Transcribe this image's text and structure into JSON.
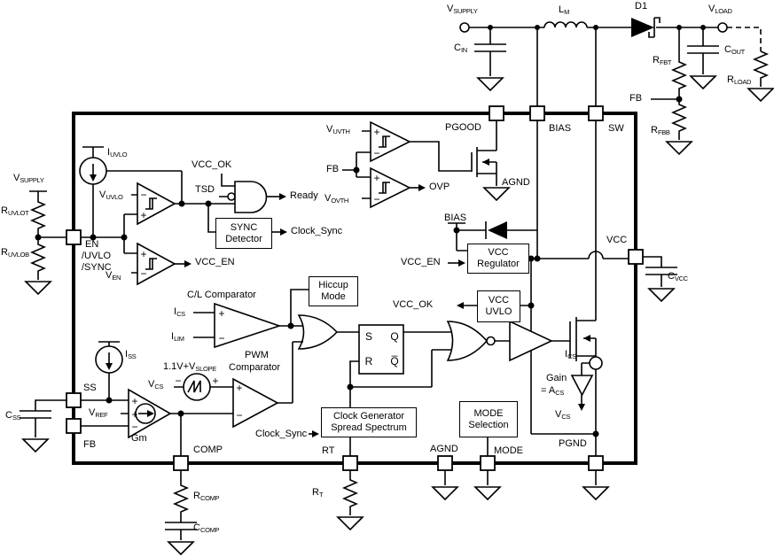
{
  "labels": {
    "vsupply_top": {
      "pre": "V",
      "sub": "SUPPLY"
    },
    "l_m": {
      "pre": "L",
      "sub": "M"
    },
    "d1": {
      "text": "D1"
    },
    "vload": {
      "pre": "V",
      "sub": "LOAD"
    },
    "cin": {
      "pre": "C",
      "sub": "IN"
    },
    "cout": {
      "pre": "C",
      "sub": "OUT"
    },
    "rfbt": {
      "pre": "R",
      "sub": "FBT"
    },
    "rfbb": {
      "pre": "R",
      "sub": "FBB"
    },
    "fb_ext": {
      "text": "FB"
    },
    "rload": {
      "pre": "R",
      "sub": "LOAD"
    },
    "vsupply_left": {
      "pre": "V",
      "sub": "SUPPLY"
    },
    "ruvlot": {
      "pre": "R",
      "sub": "UVLOT"
    },
    "ruvlob": {
      "pre": "R",
      "sub": "UVLOB"
    },
    "iuvlo": {
      "pre": "I",
      "sub": "UVLO"
    },
    "vuvlo": {
      "pre": "V",
      "sub": "UVLO"
    },
    "ven": {
      "pre": "V",
      "sub": "EN"
    },
    "en1": {
      "text": "EN"
    },
    "en2": {
      "text": "/UVLO"
    },
    "en3": {
      "text": "/SYNC"
    },
    "vcc_ok_top": {
      "text": "VCC_OK"
    },
    "tsd": {
      "text": "TSD"
    },
    "ready": {
      "text": "Ready"
    },
    "clock_sync_top": {
      "text": "Clock_Sync"
    },
    "vcc_en_left": {
      "text": "VCC_EN"
    },
    "vuvth": {
      "pre": "V",
      "sub": "UVTH"
    },
    "fb_mid": {
      "text": "FB"
    },
    "vovth": {
      "pre": "V",
      "sub": "OVTH"
    },
    "ovp": {
      "text": "OVP"
    },
    "pgood": {
      "text": "PGOOD"
    },
    "bias_pin": {
      "text": "BIAS"
    },
    "sw": {
      "text": "SW"
    },
    "agnd_top": {
      "text": "AGND"
    },
    "bias_stub": {
      "text": "BIAS"
    },
    "vcc_en_right": {
      "text": "VCC_EN"
    },
    "vcc_ok_right": {
      "text": "VCC_OK"
    },
    "vcc_pin": {
      "text": "VCC"
    },
    "cvcc": {
      "pre": "C",
      "sub": "VCC"
    },
    "cl_comp": {
      "text": "C/L Comparator"
    },
    "ics_left": {
      "pre": "I",
      "sub": "CS"
    },
    "ilim": {
      "pre": "I",
      "sub": "LIM"
    },
    "pwm": {
      "text": "PWM"
    },
    "comparator": {
      "text": "Comparator"
    },
    "slope": {
      "pre": "1.1V+V",
      "sub": "SLOPE"
    },
    "vcs_left": {
      "pre": "V",
      "sub": "CS"
    },
    "iss": {
      "pre": "I",
      "sub": "SS"
    },
    "vref": {
      "pre": "V",
      "sub": "REF"
    },
    "gm": {
      "text": "Gm"
    },
    "ss": {
      "text": "SS"
    },
    "fb_pin": {
      "text": "FB"
    },
    "css": {
      "pre": "C",
      "sub": "SS"
    },
    "comp": {
      "text": "COMP"
    },
    "rcomp": {
      "pre": "R",
      "sub": "COMP"
    },
    "ccomp": {
      "pre": "C",
      "sub": "COMP"
    },
    "clock_sync_bot": {
      "text": "Clock_Sync"
    },
    "rt_pin": {
      "text": "RT"
    },
    "rt_res": {
      "pre": "R",
      "sub": "T"
    },
    "agnd_bot": {
      "text": "AGND"
    },
    "mode_pin": {
      "text": "MODE"
    },
    "pgnd": {
      "text": "PGND"
    },
    "ics_right": {
      "pre": "I",
      "sub": "CS"
    },
    "gain": {
      "text": "Gain"
    },
    "acs": {
      "pre": "= A",
      "sub": "CS"
    },
    "vcs_right": {
      "pre": "V",
      "sub": "CS"
    }
  },
  "boxes": {
    "sync": {
      "line1": "SYNC",
      "line2": "Detector"
    },
    "hiccup": {
      "line1": "Hiccup",
      "line2": "Mode"
    },
    "regulator": {
      "line1": "VCC",
      "line2": "Regulator"
    },
    "vcc_uvlo": {
      "line1": "VCC",
      "line2": "UVLO"
    },
    "clockgen": {
      "line1": "Clock Generator",
      "line2": "Spread Spectrum"
    },
    "mode_sel": {
      "line1": "MODE",
      "line2": "Selection"
    }
  },
  "latch": {
    "s": "S",
    "q": "Q",
    "r": "R",
    "qbar": "Q̅"
  },
  "signs": {
    "plus": "+",
    "minus": "−"
  },
  "colors": {
    "wire": "#000000",
    "background": "#ffffff"
  }
}
